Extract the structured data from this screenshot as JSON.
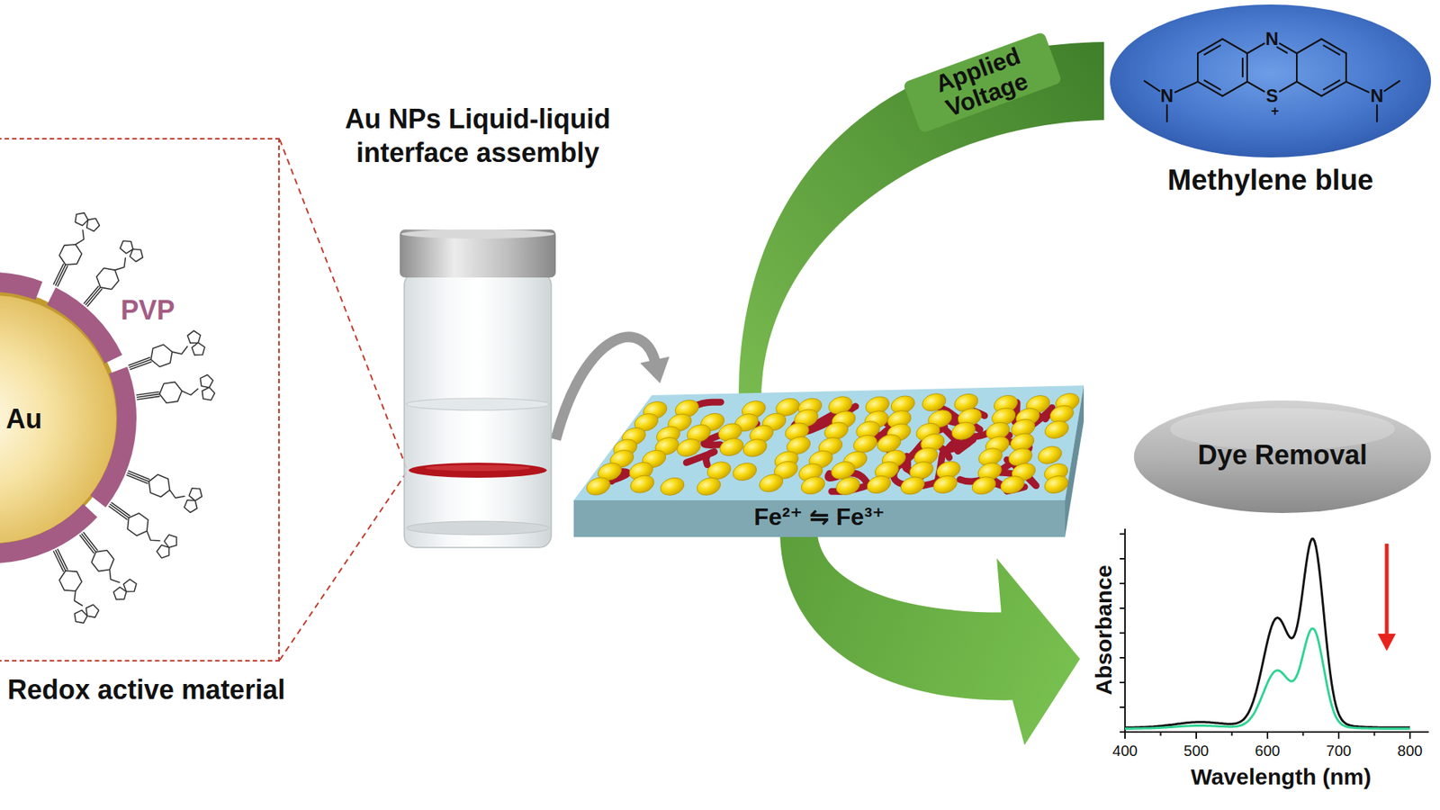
{
  "diagram": {
    "nodes": [
      {
        "text": [
          "Redox active material"
        ]
      },
      {
        "text": [
          "Au"
        ],
        "in": 0
      },
      {
        "text": [
          "Au NPs Liquid-liquid interface assembly"
        ]
      },
      {
        "text": [
          "Fe²⁺ ⇋ Fe³⁺"
        ]
      },
      {
        "text": [
          "Methylene blue"
        ]
      },
      {
        "text": [
          "Dye Removal"
        ]
      },
      {
        "text": [
          "Absorbance",
          "Wavelength (nm)"
        ]
      }
    ],
    "edges": [
      {
        "from": 2,
        "to": 3,
        "arrow": "to"
      },
      {
        "from": 3,
        "to": 4,
        "label": "Applied Voltage",
        "arrow": "none"
      },
      {
        "from": 3,
        "to": 6,
        "arrow": "to"
      }
    ],
    "labels": [
      "PVP",
      "N",
      "N",
      "N",
      "S",
      "+",
      "400",
      "500",
      "600",
      "700",
      "800"
    ]
  }
}
